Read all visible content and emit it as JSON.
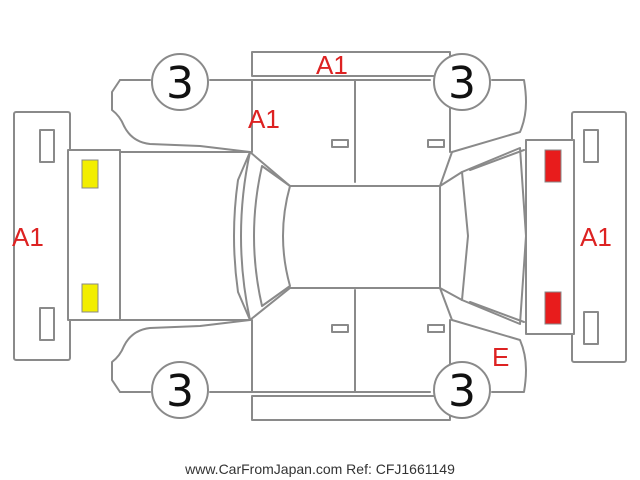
{
  "diagram": {
    "colors": {
      "outline": "#8a8a8a",
      "damage_text": "#dd2222",
      "yellow_marker": "#f2ee00",
      "red_marker": "#e81c1c"
    },
    "labels": {
      "roof_top": "A1",
      "windshield": "A1",
      "front_panel": "A1",
      "rear_panel": "A1",
      "rear_right_quarter": "E"
    },
    "tire_tread": {
      "front_left": "3",
      "rear_left": "3",
      "front_right": "3",
      "rear_right": "3"
    },
    "markers": {
      "front": [
        "yellow",
        "yellow"
      ],
      "rear": [
        "red",
        "red"
      ]
    },
    "footer": "www.CarFromJapan.com Ref: CFJ1661149"
  }
}
